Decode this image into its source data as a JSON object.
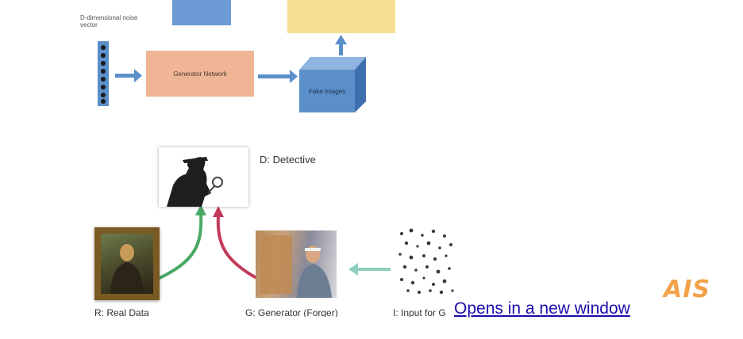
{
  "figure": {
    "noise_label": "D-dimensional noise vector",
    "generator_network": "Generator Network",
    "fake_images": "Fake Images",
    "detective_label": "D: Detective",
    "real_data_label": "R: Real Data",
    "generator_label": "G: Generator (Forger)",
    "input_label": "I: Input for G"
  },
  "link": {
    "text": "Opens in a new window"
  },
  "logo": {
    "text": "AIS"
  },
  "colors": {
    "arrow_blue": "#5b8fc9",
    "arrow_green": "#4aa864",
    "arrow_red": "#c23a5a",
    "arrow_teal": "#8fcfbf",
    "link": "#1a0dab",
    "logo": "#f2a24a"
  }
}
